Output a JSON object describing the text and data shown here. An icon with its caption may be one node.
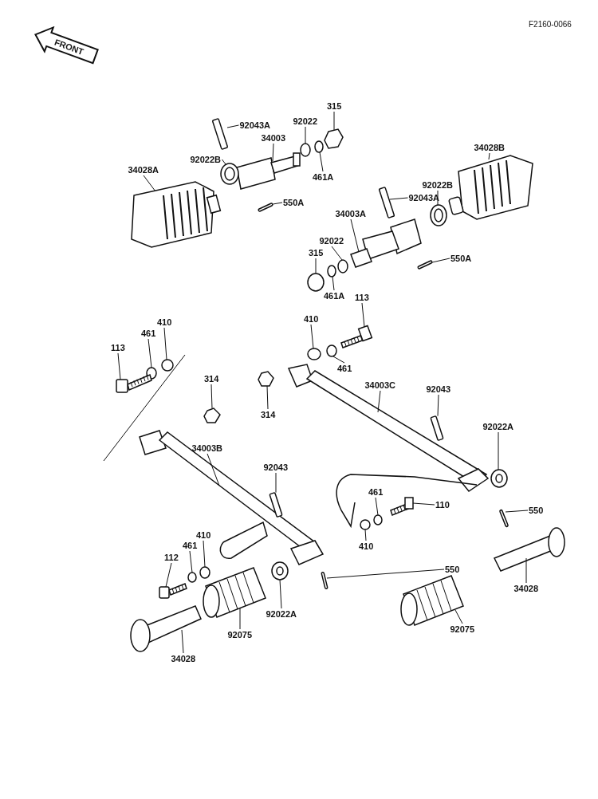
{
  "diagram": {
    "nodes": [
      {
        "text": [
          "92043A"
        ]
      },
      {
        "text": [
          "92022"
        ]
      },
      {
        "text": [
          "315"
        ]
      },
      {
        "text": [
          "34003"
        ]
      },
      {
        "text": [
          "34028A"
        ]
      },
      {
        "text": [
          "92022B"
        ]
      },
      {
        "text": [
          "461A"
        ]
      },
      {
        "text": [
          "550A"
        ]
      },
      {
        "text": [
          "34028B"
        ]
      },
      {
        "text": [
          "92022B"
        ]
      },
      {
        "text": [
          "92043A"
        ]
      },
      {
        "text": [
          "34003A"
        ]
      },
      {
        "text": [
          "92022"
        ]
      },
      {
        "text": [
          "315"
        ]
      },
      {
        "text": [
          "461A"
        ]
      },
      {
        "text": [
          "550A"
        ]
      },
      {
        "text": [
          "113"
        ]
      },
      {
        "text": [
          "410"
        ]
      },
      {
        "text": [
          "461"
        ]
      },
      {
        "text": [
          "113"
        ]
      },
      {
        "text": [
          "410"
        ]
      },
      {
        "text": [
          "461"
        ]
      },
      {
        "text": [
          "314"
        ]
      },
      {
        "text": [
          "314"
        ]
      },
      {
        "text": [
          "34003C"
        ]
      },
      {
        "text": [
          "92043"
        ]
      },
      {
        "text": [
          "92022A"
        ]
      },
      {
        "text": [
          "34003B"
        ]
      },
      {
        "text": [
          "92043"
        ]
      },
      {
        "text": [
          "461"
        ]
      },
      {
        "text": [
          "110"
        ]
      },
      {
        "text": [
          "550"
        ]
      },
      {
        "text": [
          "410"
        ]
      },
      {
        "text": [
          "410"
        ]
      },
      {
        "text": [
          "461"
        ]
      },
      {
        "text": [
          "112"
        ]
      },
      {
        "text": [
          "550"
        ]
      },
      {
        "text": [
          "92022A"
        ]
      },
      {
        "text": [
          "92075"
        ]
      },
      {
        "text": [
          "34028"
        ]
      },
      {
        "text": [
          "34028"
        ]
      },
      {
        "text": [
          "92075"
        ]
      },
      {
        "text": [],
        "shape": "box"
      },
      {
        "text": [],
        "shape": "circle"
      },
      {
        "text": [],
        "shape": "hexagon"
      },
      {
        "text": [],
        "shape": "picture"
      },
      {
        "text": [],
        "shape": "picture"
      },
      {
        "text": [],
        "shape": "circle"
      },
      {
        "text": [],
        "shape": "circle"
      },
      {
        "text": [],
        "shape": "box"
      },
      {
        "text": [],
        "shape": "picture"
      },
      {
        "text": [],
        "shape": "circle"
      },
      {
        "text": [],
        "shape": "box"
      },
      {
        "text": [],
        "shape": "picture"
      },
      {
        "text": [],
        "shape": "circle"
      },
      {
        "text": [],
        "shape": "circle"
      },
      {
        "text": [],
        "shape": "circle"
      },
      {
        "text": [],
        "shape": "box"
      },
      {
        "text": [],
        "shape": "picture"
      },
      {
        "text": [],
        "shape": "circle"
      },
      {
        "text": [],
        "shape": "circle"
      },
      {
        "text": [],
        "shape": "picture"
      },
      {
        "text": [],
        "shape": "circle"
      },
      {
        "text": [],
        "shape": "circle"
      },
      {
        "text": [],
        "shape": "hexagon"
      },
      {
        "text": [],
        "shape": "hexagon"
      },
      {
        "text": [],
        "shape": "picture"
      },
      {
        "text": [],
        "shape": "box"
      },
      {
        "text": [],
        "shape": "circle"
      },
      {
        "text": [],
        "shape": "picture"
      },
      {
        "text": [],
        "shape": "box"
      },
      {
        "text": [],
        "shape": "circle"
      },
      {
        "text": [],
        "shape": "picture"
      },
      {
        "text": [],
        "shape": "box"
      },
      {
        "text": [],
        "shape": "circle"
      },
      {
        "text": [],
        "shape": "circle"
      },
      {
        "text": [],
        "shape": "circle"
      },
      {
        "text": [],
        "shape": "picture"
      },
      {
        "text": [],
        "shape": "box"
      },
      {
        "text": [],
        "shape": "circle"
      },
      {
        "text": [],
        "shape": "picture"
      },
      {
        "text": [],
        "shape": "picture"
      },
      {
        "text": [],
        "shape": "picture"
      },
      {
        "text": [],
        "shape": "picture"
      },
      {
        "text": [
          "FRONT"
        ]
      }
    ],
    "edges": [
      {
        "from": 0,
        "to": 42,
        "arrow": "none"
      },
      {
        "from": 1,
        "to": 43,
        "arrow": "none"
      },
      {
        "from": 2,
        "to": 44,
        "arrow": "none"
      },
      {
        "from": 3,
        "to": 45,
        "arrow": "none"
      },
      {
        "from": 4,
        "to": 46,
        "arrow": "none"
      },
      {
        "from": 5,
        "to": 47,
        "arrow": "none"
      },
      {
        "from": 6,
        "to": 48,
        "arrow": "none"
      },
      {
        "from": 7,
        "to": 49,
        "arrow": "none"
      },
      {
        "from": 8,
        "to": 50,
        "arrow": "none"
      },
      {
        "from": 9,
        "to": 51,
        "arrow": "none"
      },
      {
        "from": 10,
        "to": 52,
        "arrow": "none"
      },
      {
        "from": 11,
        "to": 53,
        "arrow": "none"
      },
      {
        "from": 12,
        "to": 54,
        "arrow": "none"
      },
      {
        "from": 13,
        "to": 55,
        "arrow": "none"
      },
      {
        "from": 14,
        "to": 56,
        "arrow": "none"
      },
      {
        "from": 15,
        "to": 57,
        "arrow": "none"
      },
      {
        "from": 16,
        "to": 58,
        "arrow": "none"
      },
      {
        "from": 17,
        "to": 59,
        "arrow": "none"
      },
      {
        "from": 18,
        "to": 60,
        "arrow": "none"
      },
      {
        "from": 19,
        "to": 61,
        "arrow": "none"
      },
      {
        "from": 20,
        "to": 62,
        "arrow": "none"
      },
      {
        "from": 21,
        "to": 63,
        "arrow": "none"
      },
      {
        "from": 22,
        "to": 64,
        "arrow": "none"
      },
      {
        "from": 23,
        "to": 65,
        "arrow": "none"
      },
      {
        "from": 24,
        "to": 66,
        "arrow": "none"
      },
      {
        "from": 25,
        "to": 67,
        "arrow": "none"
      },
      {
        "from": 26,
        "to": 68,
        "arrow": "none"
      },
      {
        "from": 27,
        "to": 69,
        "arrow": "none"
      },
      {
        "from": 28,
        "to": 70,
        "arrow": "none"
      },
      {
        "from": 29,
        "to": 71,
        "arrow": "none"
      },
      {
        "from": 30,
        "to": 72,
        "arrow": "none"
      },
      {
        "from": 31,
        "to": 73,
        "arrow": "none"
      },
      {
        "from": 32,
        "to": 74,
        "arrow": "none"
      },
      {
        "from": 33,
        "to": 75,
        "arrow": "none"
      },
      {
        "from": 34,
        "to": 76,
        "arrow": "none"
      },
      {
        "from": 35,
        "to": 77,
        "arrow": "none"
      },
      {
        "from": 36,
        "to": 78,
        "arrow": "none"
      },
      {
        "from": 37,
        "to": 79,
        "arrow": "none"
      },
      {
        "from": 38,
        "to": 80,
        "arrow": "none"
      },
      {
        "from": 39,
        "to": 81,
        "arrow": "none"
      },
      {
        "from": 40,
        "to": 82,
        "arrow": "none"
      },
      {
        "from": 41,
        "to": 83,
        "arrow": "none"
      }
    ],
    "labels": [
      "F2160-0066"
    ]
  }
}
